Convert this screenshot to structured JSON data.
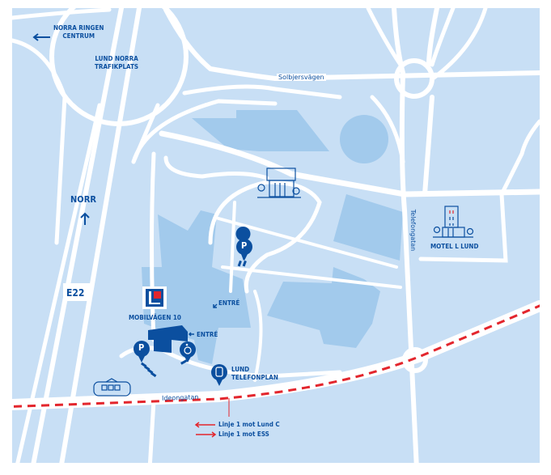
{
  "colors": {
    "land": "#c8dff5",
    "building": "#a2caec",
    "road": "#ffffff",
    "text": "#0b4f9f",
    "rail": "#e3262d"
  },
  "labels": {
    "norra_ringen": [
      "NORRA RINGEN",
      "CENTRUM"
    ],
    "lund_norra": [
      "LUND NORRA",
      "TRAFIKPLATS"
    ],
    "norr": "NORR",
    "e22": "E22",
    "mobilvagen": "MOBILVÄGEN 10",
    "entre1": "ENTRÉ",
    "entre2": "ENTRÉ",
    "telefonplan": [
      "LUND",
      "TELEFONPLAN"
    ],
    "motel": "MOTEL L LUND",
    "parking": "P"
  },
  "streets": {
    "solbjersvagen": "Solbjersvägen",
    "telefongatan": "Telefongatan",
    "ideongatan": "Ideongatan"
  },
  "legend": {
    "to_lund_c": "Linje 1 mot Lund C",
    "to_ess": "Linje 1 mot ESS"
  }
}
